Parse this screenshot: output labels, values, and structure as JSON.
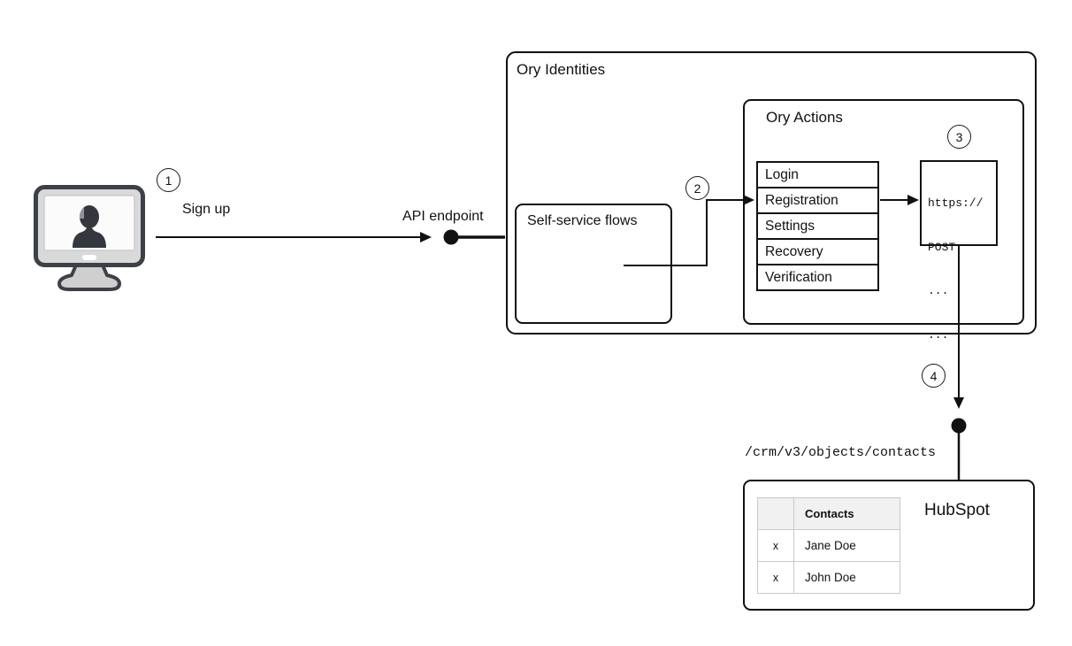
{
  "steps": [
    {
      "number": "1",
      "label": "Sign up"
    },
    {
      "number": "2"
    },
    {
      "number": "3"
    },
    {
      "number": "4"
    }
  ],
  "labels": {
    "api_endpoint": "API endpoint",
    "endpoint_path": "/crm/v3/objects/contacts"
  },
  "ory_identities": {
    "title": "Ory Identities",
    "self_service_flows_title": "Self-service flows"
  },
  "ory_actions": {
    "title": "Ory Actions",
    "flows": [
      "Login",
      "Registration",
      "Settings",
      "Recovery",
      "Verification"
    ]
  },
  "webhook": {
    "code_lines": [
      "https://",
      "POST",
      "...",
      "..."
    ]
  },
  "hubspot": {
    "title": "HubSpot",
    "contacts_table": {
      "header": "Contacts",
      "rows": [
        {
          "mark": "x",
          "name": "Jane Doe"
        },
        {
          "mark": "x",
          "name": "John Doe"
        }
      ]
    }
  },
  "icons": {
    "user_terminal": "monitor-user-icon"
  },
  "colors": {
    "line": "#111111",
    "box_border": "#111111",
    "table_header_bg": "#f1f1f1",
    "table_border": "#c9c9c9",
    "monitor_body": "#d9d9d9",
    "monitor_screen": "#fbfbfb",
    "silhouette": "#33383e"
  }
}
